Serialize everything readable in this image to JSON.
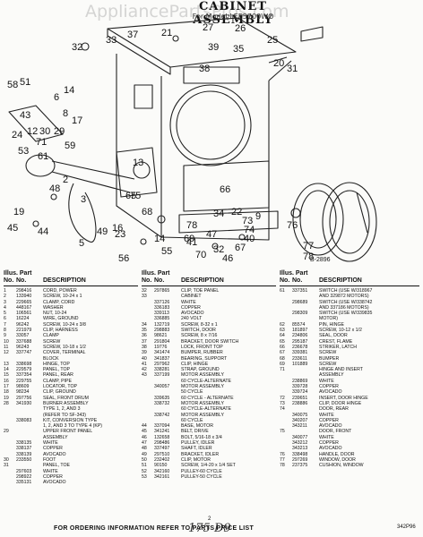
{
  "watermark": "AppliancePartsPros.com",
  "title": "CABINET ASSEMBLY",
  "subtitle": "For Model LEE5700WO",
  "figure_code": "B-2896",
  "callouts": [
    "33",
    "37",
    "26",
    "32",
    "25",
    "35",
    "31",
    "20",
    "58",
    "51",
    "14",
    "6",
    "8",
    "43",
    "30",
    "29",
    "24",
    "12",
    "76",
    "21",
    "27",
    "39",
    "38",
    "17",
    "48",
    "65",
    "71",
    "61",
    "45",
    "68",
    "34",
    "22",
    "73",
    "78",
    "9",
    "69",
    "66",
    "75",
    "3",
    "59",
    "53",
    "44",
    "16",
    "14",
    "41",
    "55",
    "70",
    "74",
    "40",
    "67",
    "77",
    "78",
    "2",
    "56",
    "13",
    "19",
    "5",
    "23",
    "49",
    "47",
    "32",
    "46"
  ],
  "columns": {
    "illus_part": "Illus. Part",
    "no": "No.",
    "part_no": "No.",
    "description": "DESCRIPTION"
  },
  "parts_col1": [
    [
      "1",
      "298416",
      "CORD, POWER"
    ],
    [
      "2",
      "133940",
      "SCREW, 10-24 x 1"
    ],
    [
      "3",
      "229665",
      "CLAMP, CORD"
    ],
    [
      "4",
      "448167",
      "WASHER"
    ],
    [
      "5",
      "106561",
      "NUT, 10-24"
    ],
    [
      "6",
      "16224",
      "WIRE, GROUND"
    ],
    [
      "7",
      "96242",
      "SCREW, 10-24 x 3/8"
    ],
    [
      "8",
      "221979",
      "CLIP, HARNESS"
    ],
    [
      "9",
      "33057",
      "CLAMP"
    ],
    [
      "10",
      "337688",
      "SCREW"
    ],
    [
      "11",
      "96243",
      "SCREW, 10-18 x 1/2"
    ],
    [
      "12",
      "337747",
      "COVER, TERMINAL"
    ],
    [
      "",
      "",
      "BLOCK"
    ],
    [
      "13",
      "338698",
      "HINGE, TOP"
    ],
    [
      "14",
      "229579",
      "PANEL, TOP"
    ],
    [
      "15",
      "337354",
      "PANEL, REAR"
    ],
    [
      "16",
      "229755",
      "CLAMP, PIPE"
    ],
    [
      "17",
      "98609",
      "LOCATOR, TOP"
    ],
    [
      "18",
      "98234",
      "CLIP, GROUND"
    ],
    [
      "19",
      "297756",
      "SEAL, FRONT DRUM"
    ],
    [
      "28",
      "341930",
      "BURNER ASSEMBLY"
    ],
    [
      "",
      "",
      "TYPE 1, 2, AND 3"
    ],
    [
      "",
      "",
      "(REFER TO SF-343)"
    ],
    [
      "",
      "338083",
      "KIT, CONVERSION TYPE"
    ],
    [
      "",
      "",
      "1, 2, AND 3 TO TYPE 4 (KP)"
    ],
    [
      "29",
      "",
      "UPPER FRONT PANEL"
    ],
    [
      "",
      "",
      "ASSEMBLY"
    ],
    [
      "",
      "338135",
      "WHITE"
    ],
    [
      "",
      "338137",
      "COPPER"
    ],
    [
      "",
      "338139",
      "AVOCADO"
    ],
    [
      "30",
      "233550",
      "FOOT"
    ],
    [
      "31",
      "",
      "PANEL, TOE"
    ],
    [
      "",
      "297603",
      "WHITE"
    ],
    [
      "",
      "298922",
      "COPPER"
    ],
    [
      "",
      "335131",
      "AVOCADO"
    ]
  ],
  "parts_col2": [
    [
      "32",
      "297865",
      "CLIP, TOE PANEL"
    ],
    [
      "33",
      "",
      "CABINET"
    ],
    [
      "",
      "337126",
      "WHITE"
    ],
    [
      "",
      "336183",
      "COPPER"
    ],
    [
      "",
      "339113",
      "AVOCADO"
    ],
    [
      "",
      "336885",
      "240 VOLT"
    ],
    [
      "34",
      "132719",
      "SCREW, 8-32 x 1"
    ],
    [
      "35",
      "298883",
      "SWITCH, DOOR"
    ],
    [
      "36",
      "98621",
      "SCREW, 8 x 7/16"
    ],
    [
      "37",
      "291804",
      "BRACKET, DOOR SWITCH"
    ],
    [
      "38",
      "19776",
      "LOCK, FRONT TOP"
    ],
    [
      "39",
      "341474",
      "BUMPER, RUBBER"
    ],
    [
      "40",
      "341837",
      "BEARING, SUPPORT"
    ],
    [
      "41",
      "297962",
      "CLIP, HINGE"
    ],
    [
      "42",
      "338281",
      "STRAP, GROUND"
    ],
    [
      "43",
      "337199",
      "MOTOR ASSEMBLY"
    ],
    [
      "",
      "",
      "60 CYCLE-ALTERNATE"
    ],
    [
      "",
      "340057",
      "MOTOR ASSEMBLY"
    ],
    [
      "",
      "",
      "50 CYCLE"
    ],
    [
      "",
      "339635",
      "60 CYCLE - ALTERNATE"
    ],
    [
      "",
      "338732",
      "MOTOR ASSEMBLY"
    ],
    [
      "",
      "",
      "60 CYCLE-ALTERNATE"
    ],
    [
      "",
      "338742",
      "MOTOR ASSEMBLY"
    ],
    [
      "",
      "",
      "60 CYCLE"
    ],
    [
      "44",
      "337094",
      "BASE, MOTOR"
    ],
    [
      "45",
      "341241",
      "BELT, DRIVE"
    ],
    [
      "46",
      "132658",
      "BOLT, 5/16-18 x 3/4"
    ],
    [
      "47",
      "298486",
      "PULLEY, IDLER"
    ],
    [
      "48",
      "337497",
      "SHAFT, IDLER"
    ],
    [
      "49",
      "297510",
      "BRACKET, IDLER"
    ],
    [
      "50",
      "232402",
      "CLIP, MOTOR"
    ],
    [
      "51",
      "90150",
      "SCREW, 1/4-20 x 1/4 SET"
    ],
    [
      "52",
      "342160",
      "PULLEY-60 CYCLE"
    ],
    [
      "53",
      "342161",
      "PULLEY-50 CYCLE"
    ]
  ],
  "parts_col3": [
    [
      "61",
      "337351",
      "SWITCH (USE W/318967"
    ],
    [
      "",
      "",
      "AND 329872 MOTORS)"
    ],
    [
      "",
      "298689",
      "SWITCH (USE W/338742"
    ],
    [
      "",
      "",
      "AND 337186 MOTORS)"
    ],
    [
      "",
      "298309",
      "SWITCH (USE W/339835"
    ],
    [
      "",
      "",
      "MOTOR)"
    ],
    [
      "62",
      "85574",
      "PIN, HINGE"
    ],
    [
      "63",
      "181897",
      "SCREW, 10-12 x 1/2"
    ],
    [
      "64",
      "234806",
      "SEAL, DOOR"
    ],
    [
      "65",
      "295187",
      "CREST, FLAME"
    ],
    [
      "66",
      "236678",
      "STRIKER, LATCH"
    ],
    [
      "67",
      "339381",
      "SCREW"
    ],
    [
      "68",
      "233611",
      "BUMPER"
    ],
    [
      "69",
      "101889",
      "SCREW"
    ],
    [
      "71",
      "",
      "HINGE AND INSERT"
    ],
    [
      "",
      "",
      "ASSEMBLY"
    ],
    [
      "",
      "238869",
      "WHITE"
    ],
    [
      "",
      "339728",
      "COPPER"
    ],
    [
      "",
      "339724",
      "AVOCADO"
    ],
    [
      "72",
      "239651",
      "INSERT, DOOR HINGE"
    ],
    [
      "73",
      "238886",
      "CLIP, DOOR HINGE"
    ],
    [
      "74",
      "",
      "DOOR, REAR"
    ],
    [
      "",
      "340075",
      "WHITE"
    ],
    [
      "",
      "340207",
      "COPPER"
    ],
    [
      "",
      "343211",
      "AVOCADO"
    ],
    [
      "75",
      "",
      "DOOR, FRONT"
    ],
    [
      "",
      "340077",
      "WHITE"
    ],
    [
      "",
      "343212",
      "COPPER"
    ],
    [
      "",
      "343213",
      "AVOCADO"
    ],
    [
      "76",
      "338498",
      "HANDLE, DOOR"
    ],
    [
      "77",
      "297269",
      "WINDOW, DOOR"
    ],
    [
      "78",
      "237375",
      "CUSHION, WINDOW"
    ]
  ],
  "footer": "FOR ORDERING INFORMATION REFER TO PARTS PRICE LIST",
  "page_number": "2",
  "handwritten_note": "175 D9",
  "document_code": "342P96"
}
